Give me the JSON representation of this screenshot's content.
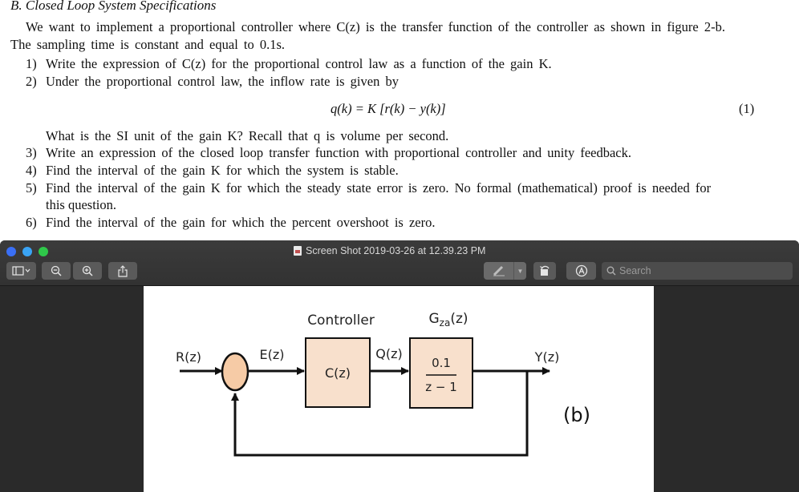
{
  "document": {
    "section_title": "B. Closed Loop System Specifications",
    "para1": "We want to implement a proportional controller where C(z) is the transfer function of the controller as shown in figure 2-b.",
    "para2": "The sampling time is constant and equal to 0.1s.",
    "items": [
      {
        "num": "1)",
        "text": "Write the expression of C(z) for the proportional control law as a function of the gain K."
      },
      {
        "num": "2)",
        "text": "Under the proportional control law, the inflow rate is given by"
      },
      {
        "num": "3)",
        "text": "Write an expression of the closed loop transfer function with proportional controller and unity feedback."
      },
      {
        "num": "4)",
        "text": "Find the interval of the gain K for which the system is stable."
      },
      {
        "num": "5)",
        "text": "Find the interval of the gain K for which the steady state error is zero. No formal (mathematical) proof is needed for"
      },
      {
        "num": "6)",
        "text": "Find the interval of the gain for which the percent overshoot is zero."
      }
    ],
    "item5_cont": "this question.",
    "equation": "q(k) = K [r(k) − y(k)]",
    "equation_number": "(1)",
    "unit_question": "What is the SI unit of the gain K? Recall that q is volume per second."
  },
  "window": {
    "title": "Screen Shot 2019-03-26 at 12.39.23 PM",
    "search_placeholder": "Search",
    "colors": {
      "close": "#3a6ff5",
      "minimize": "#3aa4f5",
      "zoom": "#2fc84a"
    }
  },
  "toolbar": {
    "icons": [
      "sidebar-icon",
      "zoom-out-icon",
      "zoom-in-icon",
      "share-icon",
      "markup-pen-icon",
      "rotate-icon",
      "annotate-icon",
      "search-icon"
    ]
  },
  "diagram": {
    "controller_label": "Controller",
    "plant_label": "Gza(z)",
    "plant_label_main": "G",
    "plant_label_sub": "za",
    "plant_label_arg": "(z)",
    "r_label": "R(z)",
    "e_label": "E(z)",
    "q_label": "Q(z)",
    "y_label": "Y(z)",
    "controller_block": "C(z)",
    "plant_numerator": "0.1",
    "plant_denominator": "z − 1",
    "figure_label": "(b)",
    "colors": {
      "block_fill": "#f8e0cc",
      "summer_fill": "#f6cba6"
    }
  }
}
